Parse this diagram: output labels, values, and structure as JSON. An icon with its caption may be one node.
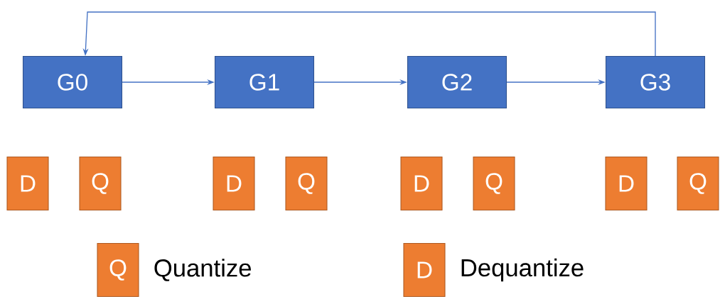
{
  "diagram": {
    "nodes": [
      {
        "text": [
          "G0"
        ]
      },
      {
        "text": [
          "G1"
        ]
      },
      {
        "text": [
          "G2"
        ]
      },
      {
        "text": [
          "G3"
        ]
      },
      {
        "text": [
          "D"
        ]
      },
      {
        "text": [
          "Q"
        ]
      },
      {
        "text": [
          "D"
        ]
      },
      {
        "text": [
          "Q"
        ]
      },
      {
        "text": [
          "D"
        ]
      },
      {
        "text": [
          "Q"
        ]
      },
      {
        "text": [
          "D"
        ]
      },
      {
        "text": [
          "Q"
        ]
      },
      {
        "text": [
          "Q"
        ],
        "beside": [
          "Quantize"
        ]
      },
      {
        "text": [
          "D"
        ],
        "beside": [
          "Dequantize"
        ]
      }
    ],
    "edges": [
      {
        "from": 0,
        "to": 1,
        "arrow": "to"
      },
      {
        "from": 1,
        "to": 2,
        "arrow": "to"
      },
      {
        "from": 2,
        "to": 3,
        "arrow": "to"
      },
      {
        "from": 3,
        "to": 0,
        "arrow": "to"
      }
    ]
  }
}
